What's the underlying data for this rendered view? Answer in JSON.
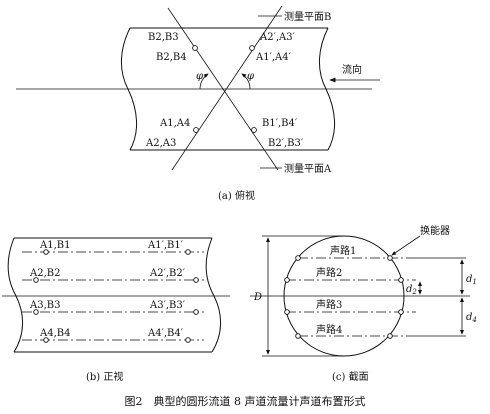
{
  "top_view": {
    "plane_b": "测量平面B",
    "plane_a": "测量平面A",
    "flow": "流向",
    "phi": "φ",
    "labels_left_top": [
      "B2,B3",
      "B2,B4"
    ],
    "labels_right_top": [
      "A2′,A3′",
      "A1′,A4′"
    ],
    "labels_left_bottom": [
      "A1,A4",
      "A2,A3"
    ],
    "labels_right_bottom": [
      "B1′,B4′",
      "B2′,B3′"
    ],
    "caption": "(a) 俯视"
  },
  "front_view": {
    "rows": [
      {
        "left": "A1,B1",
        "right": "A1′,B1′"
      },
      {
        "left": "A2,B2",
        "right": "A2′,B2′"
      },
      {
        "left": "A3,B3",
        "right": "A3′,B3′"
      },
      {
        "left": "A4,B4",
        "right": "A4′,B4′"
      }
    ],
    "caption": "(b) 正视"
  },
  "cross_section": {
    "transducer": "换能器",
    "paths": [
      "声路1",
      "声路2",
      "声路3",
      "声路4"
    ],
    "dims": {
      "D": "D",
      "d1": "d",
      "d1_sub": "1",
      "d2": "d",
      "d2_sub": "2",
      "d4": "d",
      "d4_sub": "4"
    },
    "caption": "(c) 截面"
  },
  "figure_caption": "图2　典型的圆形流道 8 声道流量计声道布置形式"
}
